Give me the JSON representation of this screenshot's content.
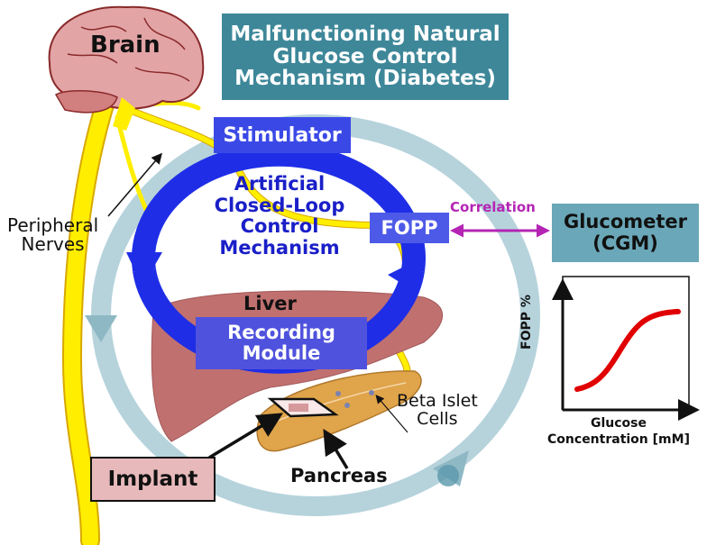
{
  "title": {
    "lines": [
      "Malfunctioning Natural",
      "Glucose Control",
      "Mechanism (Diabetes)"
    ]
  },
  "labels": {
    "brain": "Brain",
    "stimulator": "Stimulator",
    "artificial_loop": [
      "Artificial",
      "Closed-Loop",
      "Control",
      "Mechanism"
    ],
    "fopp": "FOPP",
    "correlation": "Correlation",
    "glucometer": [
      "Glucometer",
      "(CGM)"
    ],
    "peripheral_nerves": [
      "Peripheral",
      "Nerves"
    ],
    "liver": "Liver",
    "recording_module": [
      "Recording",
      "Module"
    ],
    "beta_islet_cells": [
      "Beta Islet",
      "Cells"
    ],
    "implant": "Implant",
    "pancreas": "Pancreas"
  },
  "inset_chart": {
    "ylabel": "FOPP %",
    "xlabel": [
      "Glucose",
      "Concentration [mM]"
    ],
    "curve": "sigmoid"
  },
  "colors": {
    "title_bg": "#3d8799",
    "loop_blue": "#1f2ee6",
    "outer_cycle": "#b6d3dc",
    "nerve_yellow": "#ffee00",
    "correlation_magenta": "#b425b4",
    "curve_red": "#e00000"
  }
}
